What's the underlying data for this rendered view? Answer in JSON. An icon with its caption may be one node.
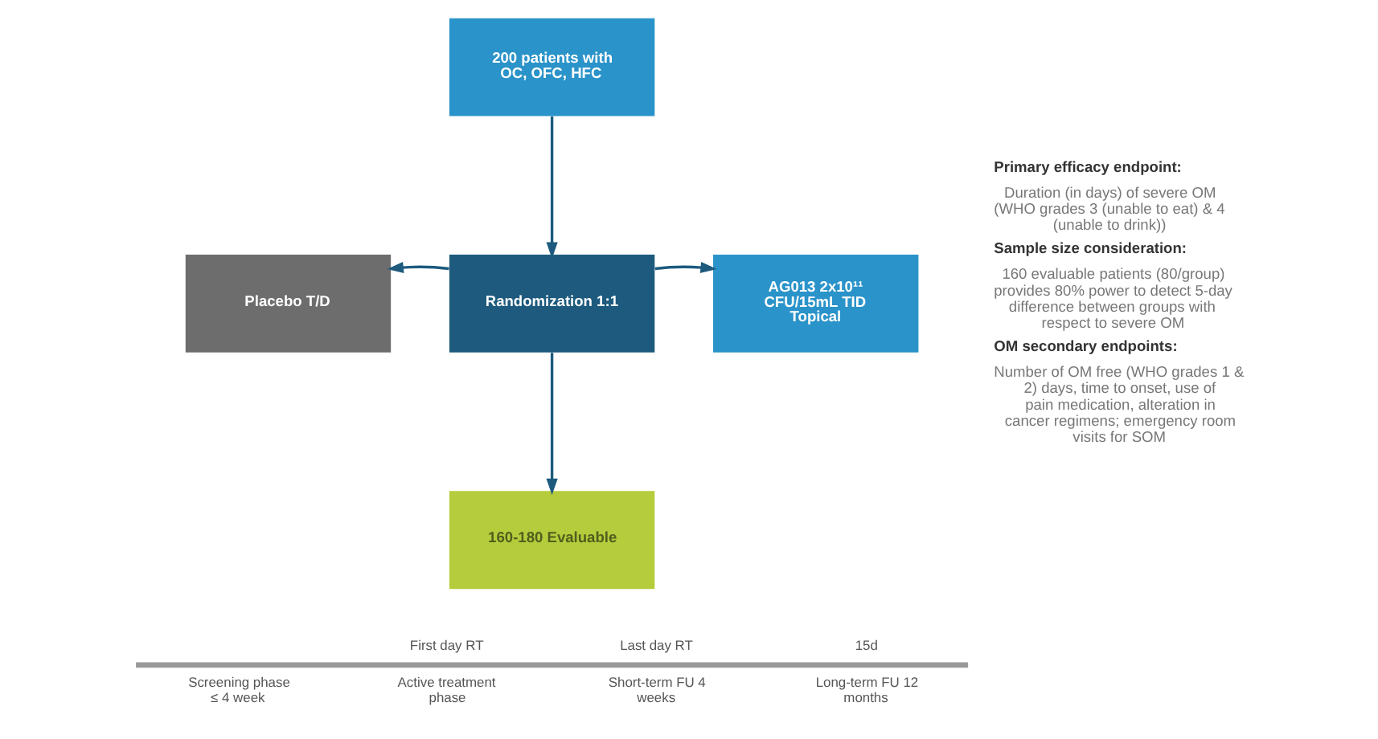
{
  "diagram": {
    "nodes": [
      {
        "text": [
          "200 patients with OC, OFC, HFC"
        ]
      },
      {
        "text": [
          "Randomization 1:1"
        ]
      },
      {
        "text": [
          "Placebo T/D"
        ]
      },
      {
        "text": [
          "AG013 2x10¹¹ CFU/15mL TID Topical"
        ]
      },
      {
        "text": [
          "160-180 Evaluable"
        ]
      }
    ],
    "edges": [
      {
        "from": 0,
        "to": 1,
        "arrow": "to"
      },
      {
        "from": 1,
        "to": 2,
        "arrow": "to"
      },
      {
        "from": 1,
        "to": 3,
        "arrow": "to"
      },
      {
        "from": 1,
        "to": 4,
        "arrow": "to"
      }
    ],
    "labels": [
      "Primary efficacy endpoint:",
      "Duration (in days) of severe OM (WHO grades 3 (unable to eat) & 4 (unable to drink))",
      "Sample size consideration:",
      "160 evaluable patients (80/group) provides 80% power to detect 5-day difference between groups with respect to severe OM",
      "OM secondary endpoints:",
      "Number of OM free (WHO grades 1 & 2) days, time to onset, use of pain medication, alteration in cancer regimens; emergency room visits for SOM",
      "First day RT",
      "Last day RT",
      "15d",
      "Screening phase ≤ 4 week",
      "Active treatment phase",
      "Short-term FU 4 weeks",
      "Long-term FU 12 months"
    ]
  }
}
